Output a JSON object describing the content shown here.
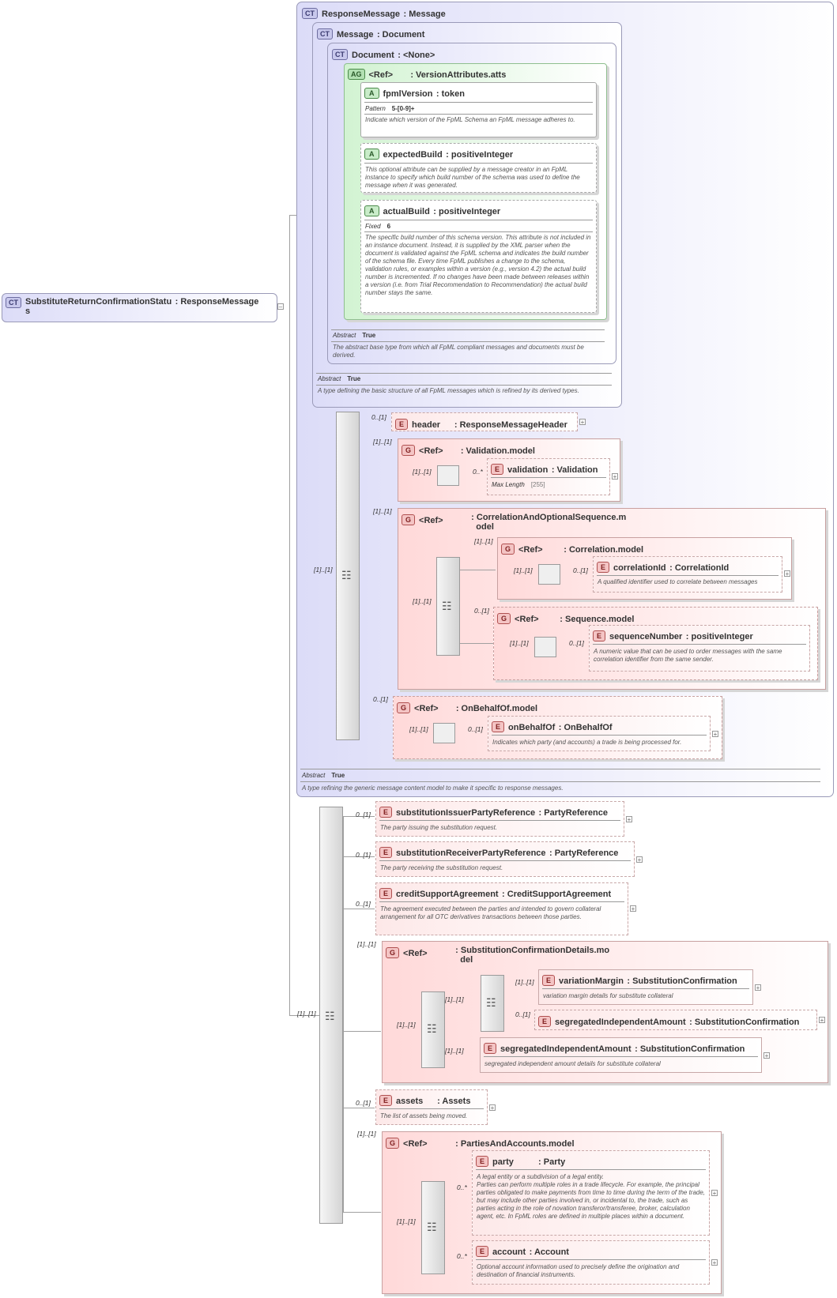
{
  "root": {
    "badge": "CT",
    "name": "SubstituteReturnConfirmationStatu",
    "name_wrap": "s",
    "type": ": ResponseMessage"
  },
  "responseMessage": {
    "badge": "CT",
    "name": "ResponseMessage",
    "type": ": Message",
    "abstract_label": "Abstract",
    "abstract_value": "True",
    "desc": "A type refining the generic message content model to make it specific to response messages."
  },
  "message": {
    "badge": "CT",
    "name": "Message",
    "type": ": Document",
    "abstract_label": "Abstract",
    "abstract_value": "True",
    "desc": "A type defining the basic structure of all FpML messages which is refined by its derived types."
  },
  "document": {
    "badge": "CT",
    "name": "Document",
    "type": ": <None>",
    "abstract_label": "Abstract",
    "abstract_value": "True",
    "desc": "The abstract base type from which all FpML compliant messages and documents must be derived."
  },
  "versionAttrs": {
    "badge": "AG",
    "ref": "<Ref>",
    "name": ": VersionAttributes.atts"
  },
  "fpmlVersion": {
    "badge": "A",
    "name": "fpmlVersion",
    "type": ": token",
    "facet_label": "Pattern",
    "facet_value": "5-[0-9]+",
    "desc": "Indicate which version of the FpML Schema an FpML message adheres to."
  },
  "expectedBuild": {
    "badge": "A",
    "name": "expectedBuild",
    "type": ": positiveInteger",
    "desc": "This optional attribute can be supplied by a message creator in an FpML instance to specify which build number of the schema was used to define the message when it was generated."
  },
  "actualBuild": {
    "badge": "A",
    "name": "actualBuild",
    "type": ": positiveInteger",
    "facet_label": "Fixed",
    "facet_value": "6",
    "desc": "The specific build number of this schema version. This attribute is not included in an instance document. Instead, it is supplied by the XML parser when the document is validated against the FpML schema and indicates the build number of the schema file. Every time FpML publishes a change to the schema, validation rules, or examples within a version (e.g., version 4.2) the actual build number is incremented. If no changes have been made between releases within a version (i.e. from Trial Recommendation to Recommendation) the actual build number stays the same."
  },
  "header": {
    "badge": "E",
    "name": "header",
    "type": ": ResponseMessageHeader",
    "card": "0..[1]"
  },
  "validationModel": {
    "badge": "G",
    "ref": "<Ref>",
    "name": ": Validation.model",
    "card": "[1]..[1]",
    "seq_card": "[1]..[1]"
  },
  "validation": {
    "badge": "E",
    "name": "validation",
    "type": ": Validation",
    "card": "0..*",
    "facet_label": "Max Length",
    "facet_value": "[255]"
  },
  "corrSeq": {
    "badge": "G",
    "ref": "<Ref>",
    "name": ": CorrelationAndOptionalSequence.m",
    "name_wrap": "odel",
    "card": "[1]..[1]",
    "seq_card": "[1]..[1]"
  },
  "correlationModel": {
    "badge": "G",
    "ref": "<Ref>",
    "name": ": Correlation.model",
    "card": "[1]..[1]",
    "seq_card": "[1]..[1]"
  },
  "correlationId": {
    "badge": "E",
    "name": "correlationId",
    "type": ": CorrelationId",
    "card": "0..[1]",
    "desc": "A qualified identifier used to correlate between messages"
  },
  "sequenceModel": {
    "badge": "G",
    "ref": "<Ref>",
    "name": ": Sequence.model",
    "card": "0..[1]",
    "seq_card": "[1]..[1]"
  },
  "sequenceNumber": {
    "badge": "E",
    "name": "sequenceNumber",
    "type": ": positiveInteger",
    "card": "0..[1]",
    "desc": "A numeric value that can be used to order messages with the same correlation identifier from the same sender."
  },
  "onBehalfOfModel": {
    "badge": "G",
    "ref": "<Ref>",
    "name": ": OnBehalfOf.model",
    "card": "0..[1]",
    "seq_card": "[1]..[1]"
  },
  "onBehalfOf": {
    "badge": "E",
    "name": "onBehalfOf",
    "type": ": OnBehalfOf",
    "card": "0..[1]",
    "desc": "Indicates which party (and accounts) a trade is being processed for."
  },
  "msgSeqCard": "[1]..[1]",
  "mainSeqCard": "[1]..[1]",
  "issuer": {
    "badge": "E",
    "name": "substitutionIssuerPartyReference",
    "type": ": PartyReference",
    "card": "0..[1]",
    "desc": "The party issuing the substitution request."
  },
  "receiver": {
    "badge": "E",
    "name": "substitutionReceiverPartyReference",
    "type": ": PartyReference",
    "card": "0..[1]",
    "desc": "The party receiving the substitution request."
  },
  "csa": {
    "badge": "E",
    "name": "creditSupportAgreement",
    "type": ": CreditSupportAgreement",
    "card": "0..[1]",
    "desc": "The agreement executed between the parties and intended to govern collateral arrangement for all OTC derivatives transactions between those parties."
  },
  "scdModel": {
    "badge": "G",
    "ref": "<Ref>",
    "name": ": SubstitutionConfirmationDetails.mo",
    "name_wrap": "del",
    "card": "[1]..[1]",
    "seq_card": "[1]..[1]",
    "inner_seq_card": "[1]..[1]"
  },
  "variationMargin": {
    "badge": "E",
    "name": "variationMargin",
    "type": ": SubstitutionConfirmation",
    "card": "[1]..[1]",
    "desc": "variation margin details for substitute collateral"
  },
  "segIA1": {
    "badge": "E",
    "name": "segregatedIndependentAmount",
    "type": ": SubstitutionConfirmation",
    "card": "0..[1]"
  },
  "segIA2": {
    "badge": "E",
    "name": "segregatedIndependentAmount",
    "type": ": SubstitutionConfirmation",
    "card": "[1]..[1]",
    "desc": "segregated independent amount details for substitute collateral"
  },
  "assets": {
    "badge": "E",
    "name": "assets",
    "type": ": Assets",
    "card": "0..[1]",
    "desc": "The list of assets being moved."
  },
  "papModel": {
    "badge": "G",
    "ref": "<Ref>",
    "name": ": PartiesAndAccounts.model",
    "card": "[1]..[1]",
    "seq_card": "[1]..[1]"
  },
  "party": {
    "badge": "E",
    "name": "party",
    "type": ": Party",
    "card": "0..*",
    "desc": "A legal entity or a subdivision of a legal entity.\nParties can perform multiple roles in a trade lifecycle. For example, the principal parties obligated to make payments from time to time during the term of the trade, but may include other parties involved in, or incidental to, the trade, such as parties acting in the role of novation transferor/transferee, broker, calculation agent, etc. In FpML roles are defined in multiple places within a document."
  },
  "account": {
    "badge": "E",
    "name": "account",
    "type": ": Account",
    "card": "0..*",
    "desc": "Optional account information used to precisely define the origination and destination of financial instruments."
  }
}
